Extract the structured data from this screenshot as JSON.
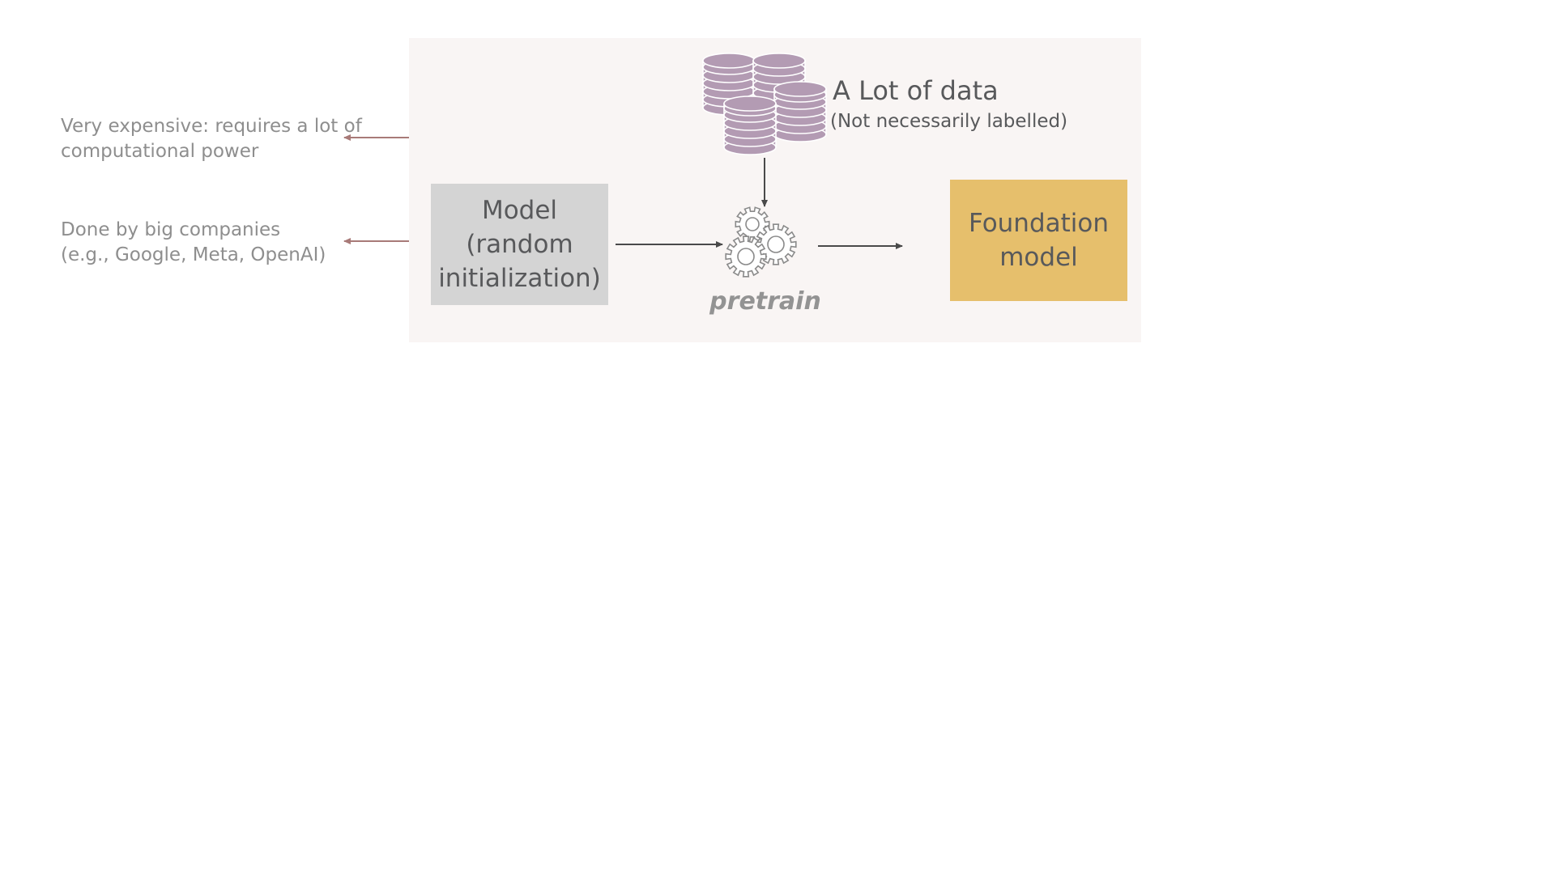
{
  "notes": {
    "expensive": [
      "Very expensive: requires a lot of",
      "computational power"
    ],
    "companies": [
      "Done by big companies",
      "(e.g., Google, Meta, OpenAI)"
    ]
  },
  "model_box": {
    "lines": [
      "Model",
      "(random",
      "initialization)"
    ]
  },
  "data": {
    "title": "A Lot of data",
    "subtitle": "(Not necessarily labelled)"
  },
  "process": {
    "label": "pretrain"
  },
  "foundation_box": {
    "lines": [
      "Foundation",
      "model"
    ]
  },
  "colors": {
    "panel_bg": "#f9f5f4",
    "model_bg": "#d4d4d4",
    "foundation_bg": "#e6bf6c",
    "database_fill": "#b39bb3",
    "note_arrow": "#a87a78",
    "flow_arrow": "#4a4a4a",
    "note_text": "#8e8e8e",
    "main_text": "#58595b"
  },
  "icons": {
    "database": "database-stack-icon",
    "gears": "gears-icon"
  }
}
